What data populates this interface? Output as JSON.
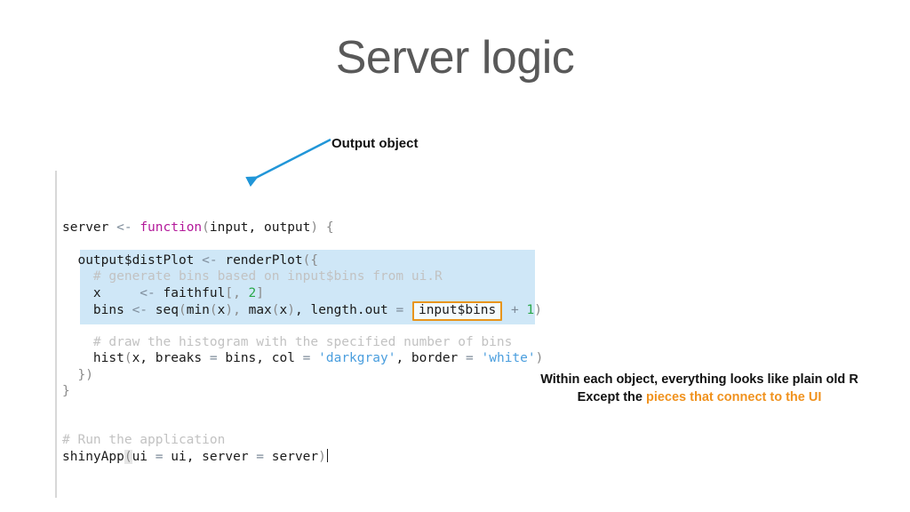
{
  "slide": {
    "title": "Server logic"
  },
  "annotation": {
    "label": "Output object",
    "arrow_color": "#2196d8"
  },
  "caption": {
    "line1": "Within each object, everything looks like plain old R",
    "line2_prefix": "Except the ",
    "line2_accent": "pieces that connect to the UI",
    "accent_color": "#f0921e"
  },
  "code": {
    "language": "R",
    "highlight_color": "#cfe7f7",
    "callout_box_color": "#e8951c",
    "lines": [
      {
        "id": "l1",
        "text": "server <- function(input, output) {",
        "tokens": [
          {
            "t": "server ",
            "c": "plain"
          },
          {
            "t": "<- ",
            "c": "op"
          },
          {
            "t": "function",
            "c": "kw"
          },
          {
            "t": "(",
            "c": "punc"
          },
          {
            "t": "input, output",
            "c": "plain"
          },
          {
            "t": ")",
            "c": "punc"
          },
          {
            "t": " {",
            "c": "punc"
          }
        ]
      },
      {
        "id": "l2",
        "text": "",
        "tokens": []
      },
      {
        "id": "l3",
        "text": "  output$distPlot <- renderPlot({",
        "tokens": [
          {
            "t": "  output$distPlot ",
            "c": "plain"
          },
          {
            "t": "<- ",
            "c": "op"
          },
          {
            "t": "renderPlot",
            "c": "plain"
          },
          {
            "t": "({",
            "c": "punc"
          }
        ]
      },
      {
        "id": "l4",
        "text": "    # generate bins based on input$bins from ui.R",
        "tokens": [
          {
            "t": "    # generate bins based on input$bins from ui.R",
            "c": "com"
          }
        ]
      },
      {
        "id": "l5",
        "text": "    x     <- faithful[, 2]",
        "tokens": [
          {
            "t": "    x    ",
            "c": "plain"
          },
          {
            "t": " <- ",
            "c": "op"
          },
          {
            "t": "faithful",
            "c": "plain"
          },
          {
            "t": "[, ",
            "c": "punc"
          },
          {
            "t": "2",
            "c": "num"
          },
          {
            "t": "]",
            "c": "punc"
          }
        ]
      },
      {
        "id": "l6",
        "text": "    bins <- seq(min(x), max(x), length.out = input$bins + 1)",
        "tokens": [
          {
            "t": "    bins ",
            "c": "plain"
          },
          {
            "t": "<- ",
            "c": "op"
          },
          {
            "t": "seq",
            "c": "plain"
          },
          {
            "t": "(",
            "c": "punc"
          },
          {
            "t": "min",
            "c": "plain"
          },
          {
            "t": "(",
            "c": "punc"
          },
          {
            "t": "x",
            "c": "plain"
          },
          {
            "t": ")",
            "c": "punc"
          },
          {
            "t": ", ",
            "c": "punc"
          },
          {
            "t": "max",
            "c": "plain"
          },
          {
            "t": "(",
            "c": "punc"
          },
          {
            "t": "x",
            "c": "plain"
          },
          {
            "t": ")",
            "c": "punc"
          },
          {
            "t": ", length.out ",
            "c": "plain"
          },
          {
            "t": "= ",
            "c": "op"
          },
          {
            "t": "input$bins",
            "c": "boxed"
          },
          {
            "t": " + ",
            "c": "op"
          },
          {
            "t": "1",
            "c": "num"
          },
          {
            "t": ")",
            "c": "punc"
          }
        ]
      },
      {
        "id": "l7",
        "text": "",
        "tokens": []
      },
      {
        "id": "l8",
        "text": "    # draw the histogram with the specified number of bins",
        "tokens": [
          {
            "t": "    # draw the histogram with the specified number of bins",
            "c": "com"
          }
        ]
      },
      {
        "id": "l9",
        "text": "    hist(x, breaks = bins, col = 'darkgray', border = 'white')",
        "tokens": [
          {
            "t": "    hist",
            "c": "plain"
          },
          {
            "t": "(",
            "c": "punc"
          },
          {
            "t": "x, breaks ",
            "c": "plain"
          },
          {
            "t": "= ",
            "c": "op"
          },
          {
            "t": "bins, col ",
            "c": "plain"
          },
          {
            "t": "= ",
            "c": "op"
          },
          {
            "t": "'darkgray'",
            "c": "str"
          },
          {
            "t": ", border ",
            "c": "plain"
          },
          {
            "t": "= ",
            "c": "op"
          },
          {
            "t": "'white'",
            "c": "str"
          },
          {
            "t": ")",
            "c": "punc"
          }
        ]
      },
      {
        "id": "l10",
        "text": "  })",
        "tokens": [
          {
            "t": "  })",
            "c": "punc"
          }
        ]
      },
      {
        "id": "l11",
        "text": "}",
        "tokens": [
          {
            "t": "}",
            "c": "punc"
          }
        ]
      },
      {
        "id": "l12",
        "text": "",
        "tokens": []
      },
      {
        "id": "l13",
        "text": "",
        "tokens": []
      },
      {
        "id": "l14",
        "text": "# Run the application",
        "tokens": [
          {
            "t": "# Run the application",
            "c": "com"
          }
        ]
      },
      {
        "id": "l15",
        "text": "shinyApp(ui = ui, server = server)",
        "tokens": [
          {
            "t": "shinyApp",
            "c": "plain"
          },
          {
            "t": "(",
            "c": "softsel"
          },
          {
            "t": "ui ",
            "c": "plain"
          },
          {
            "t": "= ",
            "c": "op"
          },
          {
            "t": "ui, server ",
            "c": "plain"
          },
          {
            "t": "= ",
            "c": "op"
          },
          {
            "t": "server",
            "c": "plain"
          },
          {
            "t": ")",
            "c": "punc"
          },
          {
            "t": "",
            "c": "caret"
          }
        ]
      }
    ]
  }
}
